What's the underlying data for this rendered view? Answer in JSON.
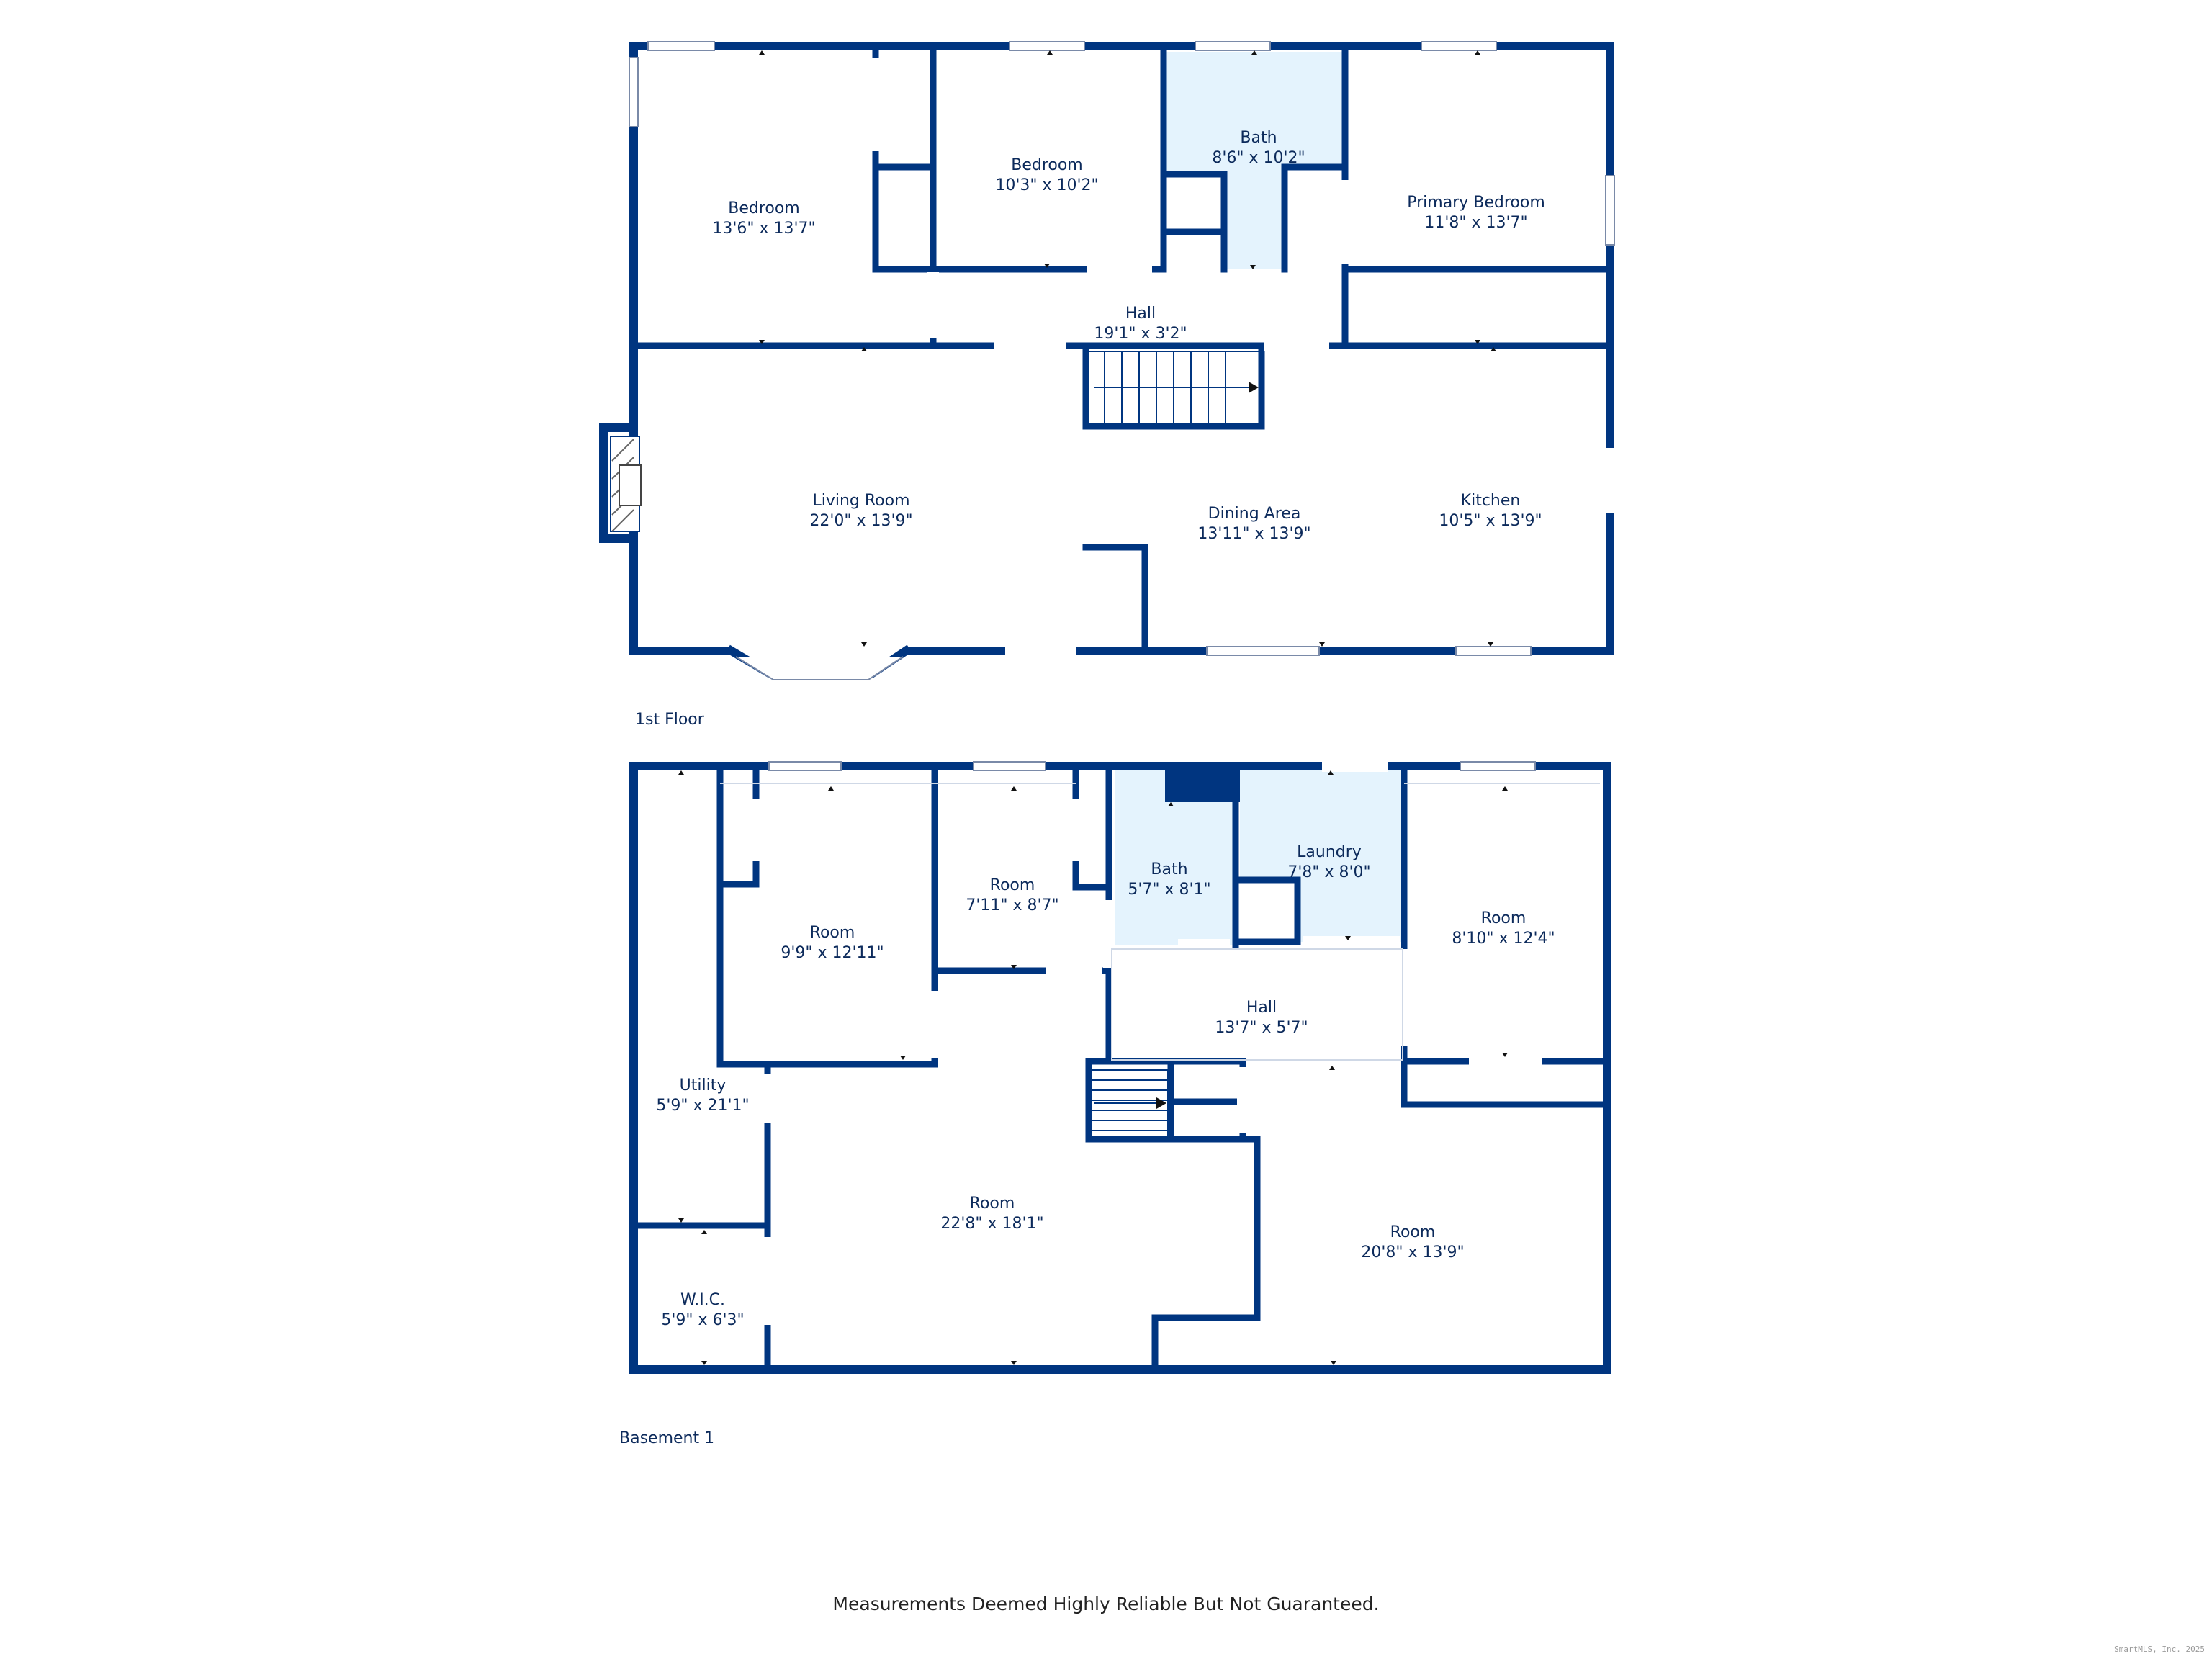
{
  "floors": [
    {
      "label": "1st Floor",
      "rooms": [
        {
          "name": "Bedroom",
          "dims": "13'6\" x 13'7\""
        },
        {
          "name": "Bedroom",
          "dims": "10'3\" x 10'2\""
        },
        {
          "name": "Bath",
          "dims": "8'6\" x 10'2\""
        },
        {
          "name": "Primary Bedroom",
          "dims": "11'8\" x 13'7\""
        },
        {
          "name": "Hall",
          "dims": "19'1\" x 3'2\""
        },
        {
          "name": "Living Room",
          "dims": "22'0\" x 13'9\""
        },
        {
          "name": "Dining Area",
          "dims": "13'11\" x 13'9\""
        },
        {
          "name": "Kitchen",
          "dims": "10'5\" x 13'9\""
        }
      ]
    },
    {
      "label": "Basement 1",
      "rooms": [
        {
          "name": "Room",
          "dims": "9'9\" x 12'11\""
        },
        {
          "name": "Room",
          "dims": "7'11\" x 8'7\""
        },
        {
          "name": "Bath",
          "dims": "5'7\" x 8'1\""
        },
        {
          "name": "Laundry",
          "dims": "7'8\" x 8'0\""
        },
        {
          "name": "Room",
          "dims": "8'10\" x 12'4\""
        },
        {
          "name": "Hall",
          "dims": "13'7\" x 5'7\""
        },
        {
          "name": "Utility",
          "dims": "5'9\" x 21'1\""
        },
        {
          "name": "Room",
          "dims": "22'8\" x 18'1\""
        },
        {
          "name": "Room",
          "dims": "20'8\" x 13'9\""
        },
        {
          "name": "W.I.C.",
          "dims": "5'9\" x 6'3\""
        }
      ]
    }
  ],
  "disclaimer": "Measurements Deemed Highly Reliable But Not Guaranteed.",
  "credit": "SmartMLS, Inc. 2025",
  "colors": {
    "wall": "#003580",
    "bath_fill": "#e4f3fd",
    "text": "#0c2a5b"
  }
}
